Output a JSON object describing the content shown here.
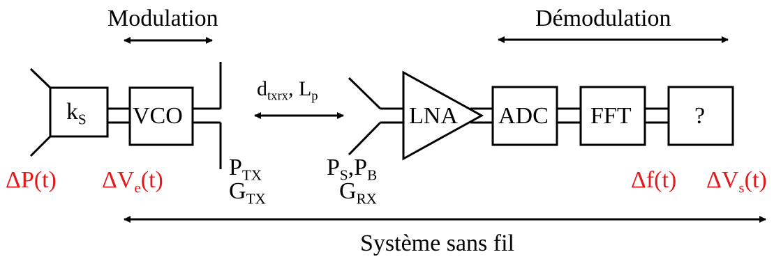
{
  "labels": {
    "modulation": "Modulation",
    "demodulation": "Démodulation",
    "wireless_system": "Système sans fil",
    "distance": "d",
    "distance_sub": "txrx",
    "path_loss": "L",
    "path_loss_sub": "p",
    "tx_power": "P",
    "tx_power_sub": "TX",
    "tx_gain": "G",
    "tx_gain_sub": "TX",
    "rx_signal": "P",
    "rx_signal_sub": "S",
    "rx_noise": "P",
    "rx_noise_sub": "B",
    "rx_gain": "G",
    "rx_gain_sub": "RX"
  },
  "blocks": {
    "ks": "k",
    "ks_sub": "S",
    "vco": "VCO",
    "lna": "LNA",
    "adc": "ADC",
    "fft": "FFT",
    "unknown": "?"
  },
  "signals": {
    "pressure": "ΔP(t)",
    "voltage_in_prefix": "ΔV",
    "voltage_in_sub": "e",
    "voltage_in_suffix": "(t)",
    "frequency": "Δf(t)",
    "voltage_out_prefix": "ΔV",
    "voltage_out_sub": "s",
    "voltage_out_suffix": "(t)"
  },
  "colors": {
    "line": "#000000",
    "signal": "#e31a1c",
    "background": "#ffffff"
  }
}
